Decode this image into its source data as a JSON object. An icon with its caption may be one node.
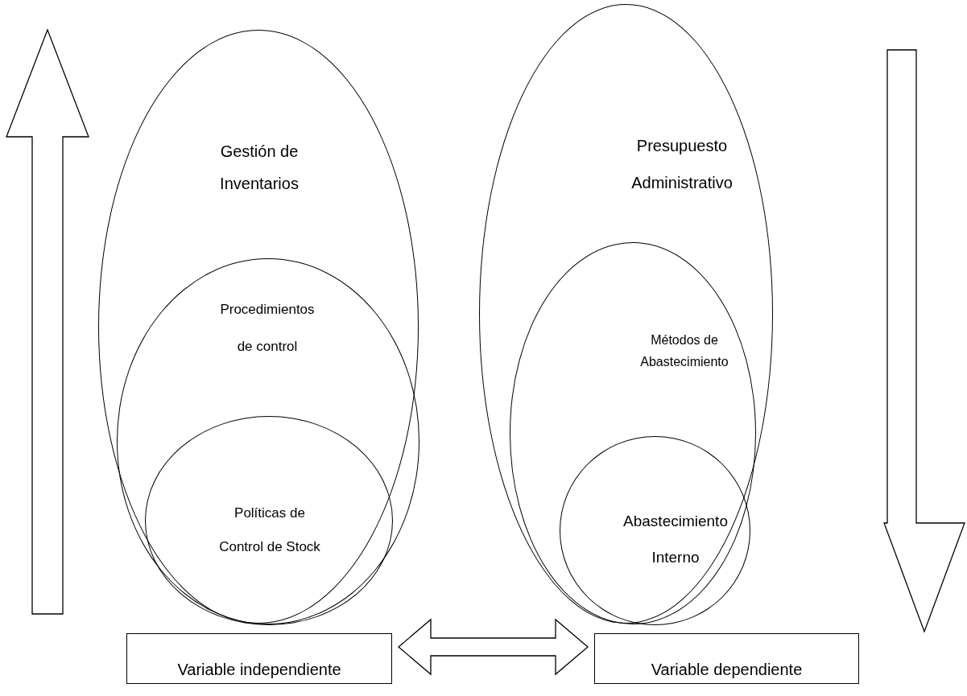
{
  "diagram": {
    "nodes": [
      {
        "text": [
          "Gestión de Inventarios"
        ]
      },
      {
        "text": [
          "Procedimientos de control"
        ],
        "in": 0
      },
      {
        "text": [
          "Políticas de Control de Stock"
        ],
        "in": 1
      },
      {
        "text": [
          "Presupuesto Administrativo"
        ]
      },
      {
        "text": [
          "Métodos de Abastecimiento"
        ],
        "in": 3
      },
      {
        "text": [
          "Abastecimiento Interno"
        ],
        "in": 4
      },
      {
        "text": [
          "Variable independiente"
        ]
      },
      {
        "text": [
          "Variable dependiente"
        ]
      }
    ],
    "edges": [
      {
        "from": 6,
        "to": 7,
        "arrow": "both"
      }
    ]
  }
}
